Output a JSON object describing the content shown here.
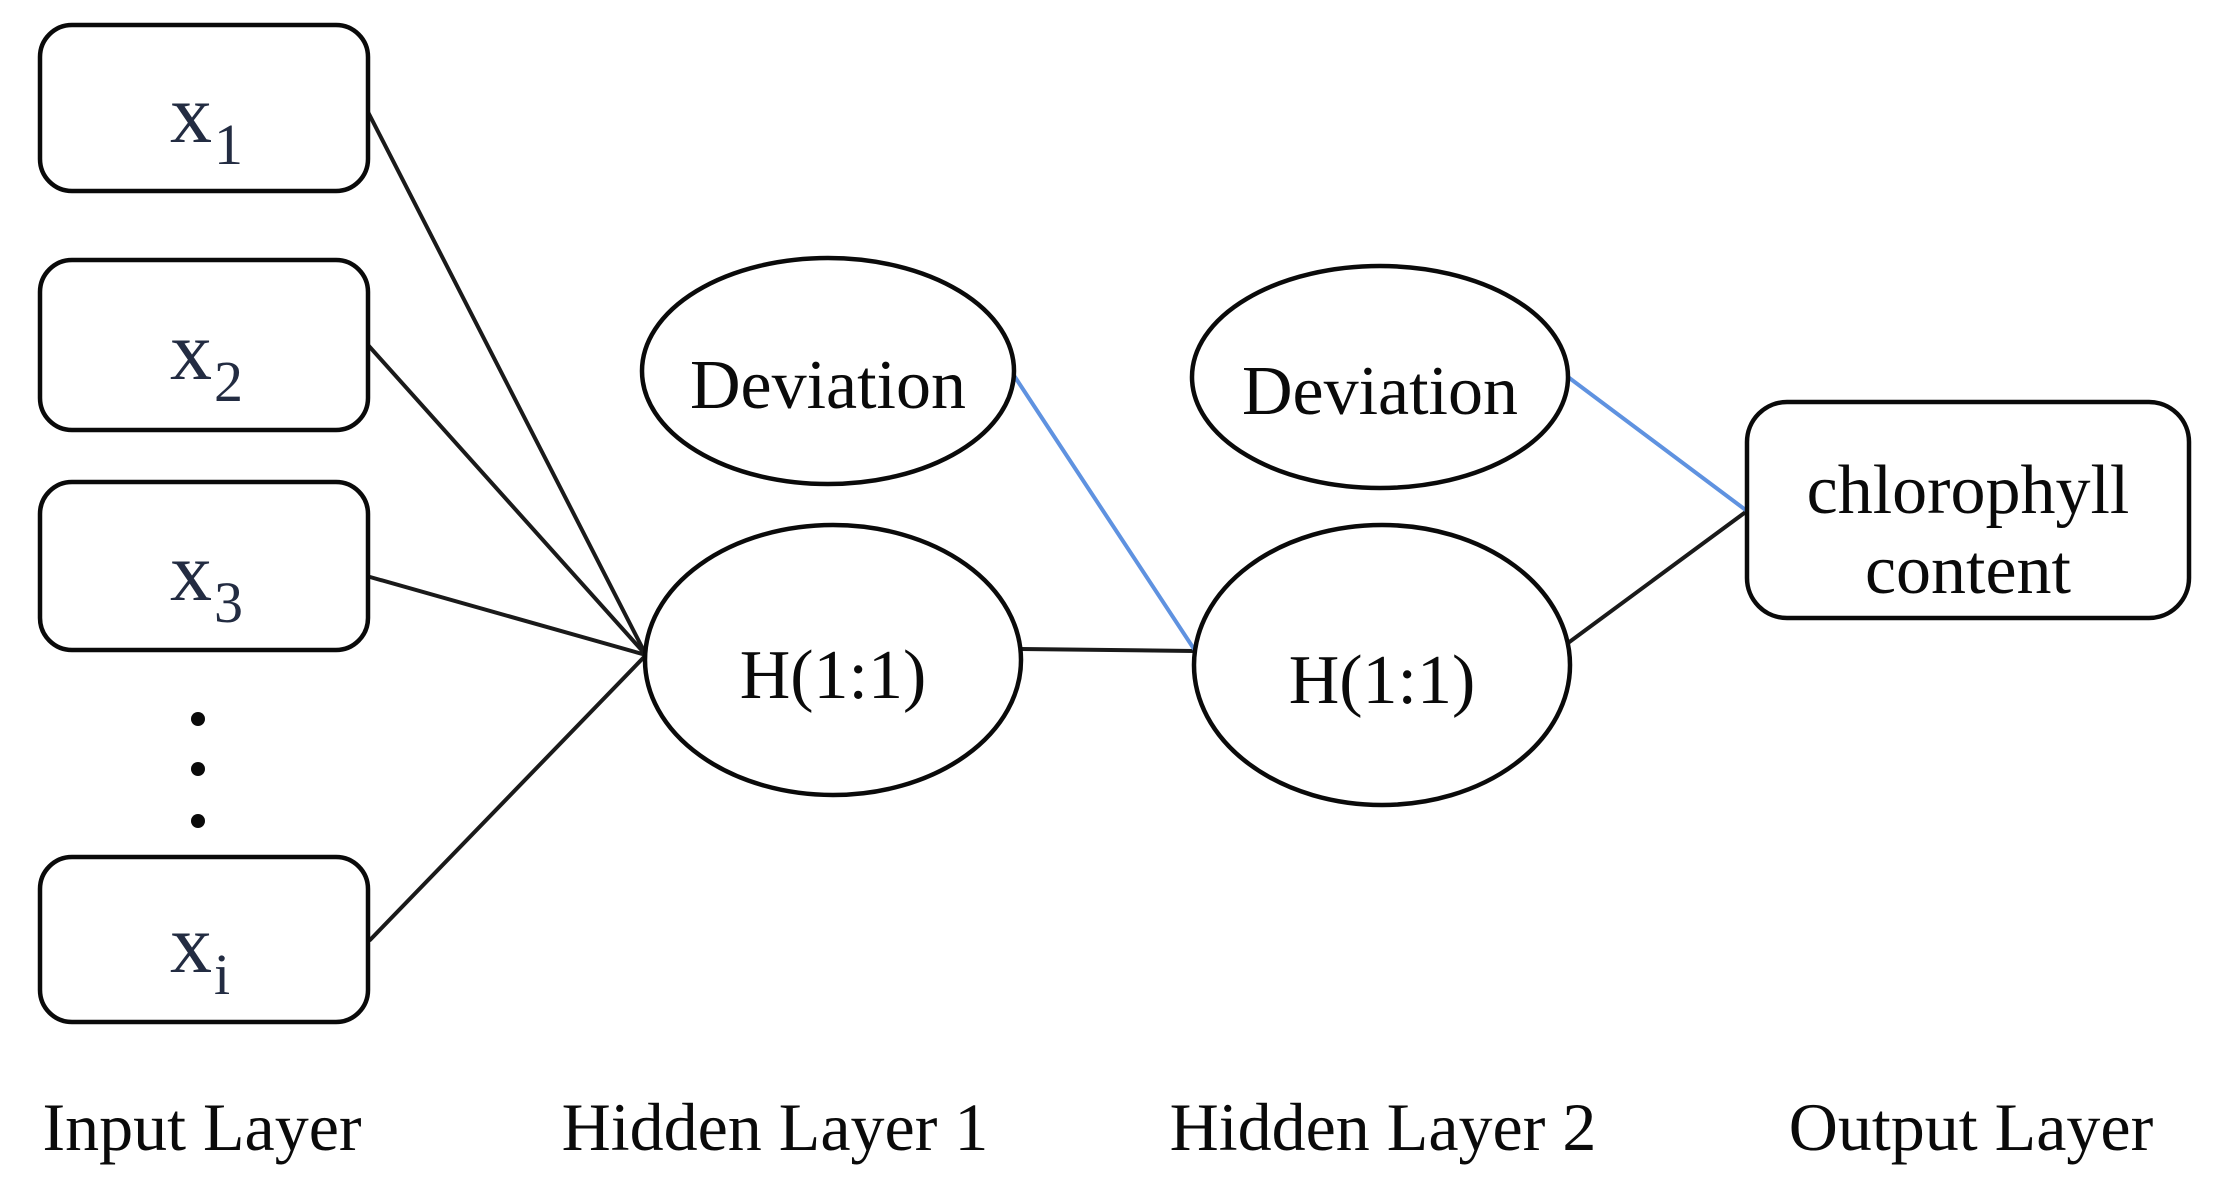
{
  "diagram": {
    "title_implied": "Neural network structure diagram",
    "columns": {
      "input": {
        "label": "Input Layer"
      },
      "hidden1": {
        "label": "Hidden Layer 1",
        "deviation_label": "Deviation",
        "node_label": "H(1:1)"
      },
      "hidden2": {
        "label": "Hidden Layer 2",
        "deviation_label": "Deviation",
        "node_label": "H(1:1)"
      },
      "output": {
        "label": "Output Layer",
        "node_line1": "chlorophyll",
        "node_line2": "content"
      }
    },
    "input_nodes": [
      {
        "base": "x",
        "sub": "1"
      },
      {
        "base": "x",
        "sub": "2"
      },
      {
        "base": "x",
        "sub": "3"
      },
      {
        "base": "x",
        "sub": "i"
      }
    ],
    "ellipsis_between": "x3 and xi",
    "edges": {
      "black": [
        "x1-h1",
        "x2-h1",
        "x3-h1",
        "xi-h1",
        "h1-h2",
        "h2-output"
      ],
      "blue": [
        "deviation1-h2",
        "deviation2-output"
      ]
    },
    "colors": {
      "edge": "#1a1a1a",
      "bias_edge": "#5f92e0",
      "input_text": "#232c42",
      "node_stroke": "#0a0a0a",
      "background": "#ffffff"
    }
  }
}
